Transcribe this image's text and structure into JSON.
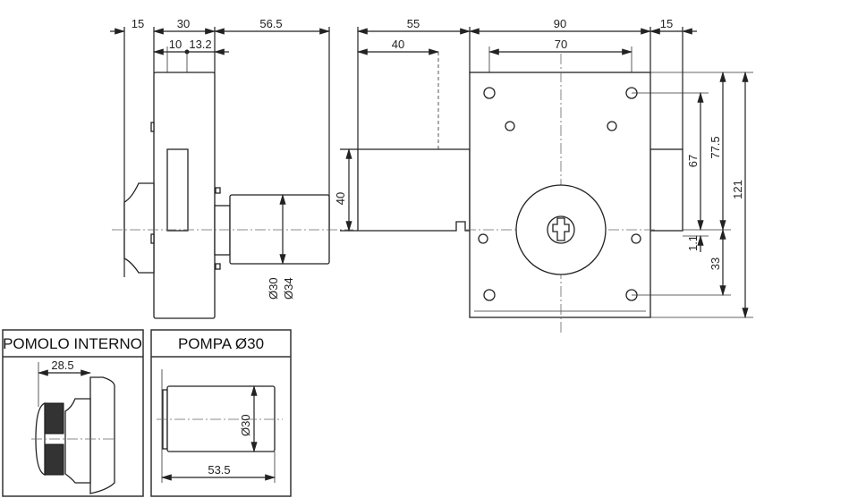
{
  "side_view": {
    "dim_15": "15",
    "dim_30": "30",
    "dim_56_5": "56.5",
    "dim_10": "10",
    "dim_13_2": "13.2",
    "dim_d30": "Ø30",
    "dim_d34": "Ø34"
  },
  "middle_view": {
    "dim_55": "55",
    "dim_40_top": "40",
    "dim_40_side": "40"
  },
  "front_view": {
    "dim_90": "90",
    "dim_15": "15",
    "dim_70": "70",
    "dim_67": "67",
    "dim_77_5": "77.5",
    "dim_121": "121",
    "dim_1_1": "1.1",
    "dim_33": "33"
  },
  "panels": {
    "pomolo": {
      "title": "POMOLO INTERNO",
      "dim": "28.5"
    },
    "pompa": {
      "title": "POMPA Ø30",
      "dim_d": "Ø30",
      "dim_len": "53.5"
    }
  }
}
